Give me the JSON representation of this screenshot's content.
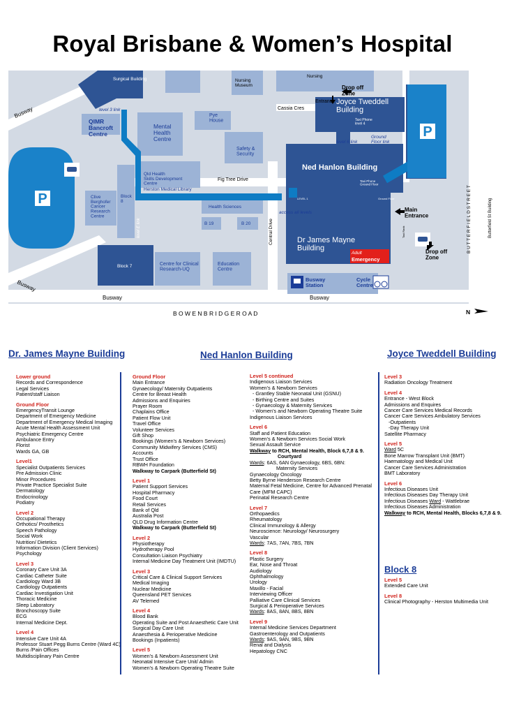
{
  "title": "Royal Brisbane & Women’s Hospital",
  "map": {
    "labels": {
      "surgical": "Surgical Building",
      "nursing_museum": "Nursing\nMuseum",
      "nursing": "Nursing",
      "busway": "Busway",
      "level3": "level 3 link",
      "qimr": "QIMR\nBancroft\nCentre",
      "mental": "Mental\nHealth\nCentre",
      "pye": "Pye\nHouse",
      "safety": "Safety &\nSecurity",
      "cassia": "Cassia Cres",
      "entrance": "Entrance",
      "dropoff_top": "Drop off\nZone",
      "joyce": "Joyce Tweddell\nBuilding",
      "taxi_level4": "Taxi Phone\nlevel 4",
      "level6": "level 6 link",
      "ground_floor_link": "Ground\nFloor link",
      "ned": "Ned Hanlon Building",
      "taxi_ground": "Taxi Phone\nGround Floor",
      "qld_health": "Qld Health\nSkills Development\nCentre",
      "herston": "Herston Medical Library",
      "figtree": "Fig Tree Drive",
      "block8": "Block\n8",
      "clive": "Clive\nBerghofer\nCancer\nResearch\nCentre",
      "health_sciences": "Health Sciences",
      "b19": "B 19",
      "b20": "B 20",
      "level1": "LEVEL 1",
      "ground_floor": "Ground Floor",
      "access": "access all levels",
      "main_entrance": "Main\nEntrance",
      "central_drive": "Central Drive",
      "level_e_link": "level E link",
      "dr_james": "Dr James Mayne\nBuilding",
      "taxi_rank": "Taxi Rank",
      "adult": "Adult",
      "emergency": "Emergency",
      "dropoff_bot": "Drop off\nZone",
      "block7": "Block 7",
      "ccr": "Centre for Clinical\nResearch-UQ",
      "education": "Education\nCentre",
      "busway_station": "Busway\nStation",
      "cycle": "Cycle\nCentre",
      "butterfield": "B U T T E R F I E L D   S T R E E T",
      "butterfield_bldg": "Butterfield St Building",
      "bowen": "B O W E N     B R I D G E     R O A D",
      "north": "N",
      "parking": "P"
    },
    "colors": {
      "building_dark": "#2e5494",
      "building_light": "#9cb3d6",
      "road": "#ffffff",
      "ground": "#d3dae4",
      "link": "#0e7cc4",
      "parking": "#1a82c9",
      "emergency": "#e3201b"
    }
  },
  "sections": {
    "jm": "Dr. James Mayne Building",
    "nh": "Ned Hanlon Building",
    "jt": "Joyce Tweddell Building",
    "b8": "Block 8"
  },
  "columns": {
    "col1": [
      {
        "h": "Lower ground",
        "l": [
          "Records and Correspondence",
          "Legal Services",
          "Patient/staff Liaison"
        ]
      },
      {
        "h": "Ground Floor",
        "l": [
          "EmergencyTransit Lounge",
          "Department of Emergency Medicine",
          "Department of Emergency Medical Imaging",
          "Acute Mental Health Assessment Unit",
          "Psychiatric Emergency Centre",
          "Ambulance Entry",
          "Florist",
          "Wards GA, GB"
        ]
      },
      {
        "h": "Level1",
        "l": [
          "Specialist Outpatients Services",
          "Pre Admission Clinic",
          "Minor Procedures",
          "Private Practice Specialist Suite",
          "Dermatology",
          "Endocrinology",
          "Podiatry"
        ]
      },
      {
        "h": "Level 2",
        "l": [
          "Occupational Therapy",
          "Orthotics/ Prosthetics",
          "Speech Pathology",
          "Social Work",
          "Nutrition/ Dietetics",
          "Information Division (Client Services)",
          "Psychology"
        ]
      },
      {
        "h": "Level 3",
        "l": [
          "Coronary Care Unit 3A",
          "Cardiac Catheter Suite",
          "Cardiology Ward 3B",
          "Cardiology Outpatients",
          "Cardiac Investigation Unit",
          "Thoracic Medicine",
          "Sleep Laboratory",
          "Bronchoscopy Suite",
          "ECG",
          "Internal Medicine Dept."
        ]
      },
      {
        "h": "Level 4",
        "l": [
          "Intensive Care Unit 4A",
          "Professor Stuart Pegg Burns Centre (Ward 4C)",
          "Burns /Pain Offices",
          "Multidisciplinary Pain Centre"
        ]
      }
    ],
    "col2": [
      {
        "h": "Ground Floor",
        "l": [
          "Main Entrance",
          "Gynaecology/ Maternity Outpatients",
          "Centre for Breast Health",
          "Admissions and Enquiries",
          "Prayer Room",
          "Chaplains Office",
          "Patient Flow Unit",
          "Travel Office",
          "Volunteer Services",
          "Gift Shop",
          "Bookings (Women’s & Newborn Services)",
          "Community Midwifery Services (CMS)",
          "Accounts",
          "Trust Office",
          "RBWH Foundation",
          {
            "t": "Walkway to Carpark (Butterfield St)",
            "b": true
          }
        ]
      },
      {
        "h": "Level 1",
        "l": [
          "Patient Support Services",
          "Hospital Pharmacy",
          "Food Court",
          "Retail Services",
          "Bank of Qld",
          "Australia Post",
          "QLD Drug Information Centre",
          {
            "t": "Walkway to Carpark (Butterfield St)",
            "b": true
          }
        ]
      },
      {
        "h": "Level 2",
        "l": [
          "Physiotherapy",
          "Hydrotherapy Pool",
          "Consultation Liaison Psychiatry",
          "Internal Medicine Day Treatment Unit (IMDTU)"
        ]
      },
      {
        "h": "Level 3",
        "l": [
          "Critical Care & Clinical Support Services",
          "Medical Imaging",
          "Nuclear Medicine",
          "Queensland PET Services",
          "AV Telemed"
        ]
      },
      {
        "h": "Level 4",
        "l": [
          "Blood Bank",
          "Operating Suite and Post Anaesthetic Care Unit",
          "Surgical Day Care Unit",
          "Anaesthesia & Perioperative Medicine",
          "Bookings (Inpatients)"
        ]
      },
      {
        "h": "Level 5",
        "l": [
          "Women’s & Newborn Assessment Unit",
          "Neonatal Intensive Care Unit/ Admin",
          "Women’s & Newborn Operating Theatre Suite"
        ]
      }
    ],
    "col3": [
      {
        "h": "Level 5 continued",
        "l": [
          "Indigenous Liaison Services",
          "Women’s & Newborn Services",
          "  - Grantley Stable Neonatal Unit (GSNU)",
          "  - Birthing Centre and Suites",
          "  - Gynaecology & Maternity Services",
          "  - Women’s and Newborn Operating Theatre Suite",
          "Indigenous Liaison Services"
        ]
      },
      {
        "h": "Level 6",
        "l": [
          "Staff and Patient Education",
          "Women’s & Newborn Services Social Work",
          "Sexual Assault Service",
          {
            "t": "Walkway to RCH, Mental Health, Block 6,7,8 & 9.",
            "b": true,
            "u": "Walkway"
          },
          {
            "t": "                    Courtyard",
            "b": true
          },
          "Wards: 6AS, 6AN Gynaecology, 6BS, 6BN:",
          "                   Maternity Services",
          "Gynaecology Oncology",
          "Betty Byrne Henderson Research Centre",
          "Maternal Fetal Medicine, Centre for Advanced Prenatal",
          "Care (MFM CAPC)",
          "Perinatal Research Centre"
        ]
      },
      {
        "h": "Level 7",
        "l": [
          "Orthopaedics",
          "Rheumatology",
          "Clinical Immunology & Allergy",
          "Neuroscience: Neurology/ Neurosurgery",
          "Vascular",
          "Wards: 7AS, 7AN, 7BS, 7BN"
        ]
      },
      {
        "h": "Level 8",
        "l": [
          "Plastic Surgery",
          "Ear, Nose and Throat",
          "Audiology",
          "Ophthalmology",
          "Urology",
          "Maxillo - Facial",
          "Interviewing Officer",
          "Palliative Care Clinical Services",
          "Surgical & Perioperative Services",
          "Wards: 8AS, 8AN, 8BS, 8BN"
        ]
      },
      {
        "h": "Level 9",
        "l": [
          "Internal Medicine Services Department",
          "Gastroenterology and Outpatients",
          "Wards: 9AS, 9AN, 9BS, 9BN",
          "Renal and Dialysis",
          "Hepatology CNC"
        ]
      }
    ],
    "col4": [
      {
        "h": "Level 3",
        "l": [
          "Radiation Oncology Treatment"
        ]
      },
      {
        "h": "Level 4",
        "l": [
          "Entrance - West Block",
          "Admissions and Enquires",
          "Cancer Care Services Medical Records",
          "Cancer Care Services Ambulatory Services",
          "   -Outpatients",
          "   -Day Therapy Unit",
          "Satellite Pharmacy"
        ]
      },
      {
        "h": "Level 5",
        "l": [
          "Ward 5C",
          "Bone Marrow Transplant Unit (BMT)",
          "Haematology and Medical Unit",
          "Cancer Care Services Administration",
          "BMT Laboratory"
        ]
      },
      {
        "h": "Level 6",
        "l": [
          "Infectious Diseases Unit",
          "Infectious Diseases Day Therapy Unit",
          "Infectious Diseases Ward - Wattlebrae",
          "Infectious Diseases Administration",
          {
            "t": "Walkway to RCH, Mental Health, Blocks 6,7,8 & 9.",
            "b": true,
            "u": "Walkway"
          }
        ]
      }
    ],
    "col5": [
      {
        "h": "Level 5",
        "l": [
          "Extended Care Unit"
        ]
      },
      {
        "h": "Level 8",
        "l": [
          "Clinical Photography - Herston Multimedia Unit"
        ]
      }
    ]
  }
}
